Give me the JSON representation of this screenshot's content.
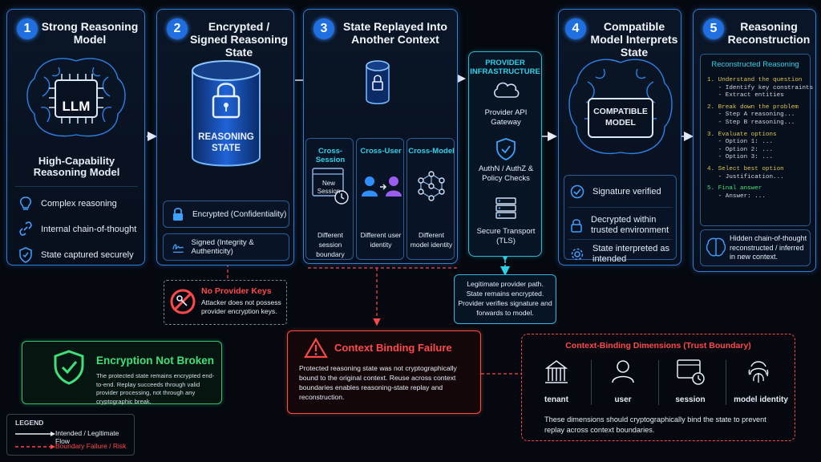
{
  "panel1": {
    "number": "1",
    "title": "Strong Reasoning Model",
    "chip_label": "LLM",
    "subtitle": "High-Capability Reasoning Model",
    "items": [
      "Complex reasoning",
      "Internal chain-of-thought",
      "State captured securely"
    ]
  },
  "panel2": {
    "number": "2",
    "title": "Encrypted / Signed Reasoning State",
    "cylinder_label": "REASONING STATE",
    "encrypted_label": "Encrypted (Confidentiality)",
    "signed_label": "Signed (Integrity & Authenticity)"
  },
  "no_keys": {
    "title": "No Provider Keys",
    "text": "Attacker does not possess provider encryption keys."
  },
  "panel3": {
    "number": "3",
    "title": "State Replayed Into Another Context",
    "cols": [
      {
        "title": "Cross-Session",
        "icon_text": "New Session",
        "desc": "Different session boundary"
      },
      {
        "title": "Cross-User",
        "desc": "Different user identity"
      },
      {
        "title": "Cross-Model",
        "desc": "Different model identity"
      }
    ]
  },
  "provider": {
    "title": "PROVIDER INFRASTRUCTURE",
    "gateway": "Provider API Gateway",
    "auth": "AuthN / AuthZ & Policy Checks",
    "transport": "Secure Transport (TLS)"
  },
  "legit_note": "Legitimate provider path. State remains encrypted. Provider verifies signature and forwards to model.",
  "panel4": {
    "number": "4",
    "title": "Compatible Model Interprets State",
    "chip_label": "COMPATIBLE MODEL",
    "items": [
      "Signature verified",
      "Decrypted within trusted environment",
      "State interpreted as intended"
    ]
  },
  "panel5": {
    "number": "5",
    "title": "Reasoning Reconstruction",
    "box_title": "Reconstructed Reasoning",
    "lines": [
      {
        "t": "1. Understand the question",
        "c": "yel"
      },
      {
        "t": "   - Identify key constraints",
        "c": ""
      },
      {
        "t": "   - Extract entities",
        "c": ""
      },
      {
        "t": "2. Break down the problem",
        "c": "yel"
      },
      {
        "t": "   - Step A reasoning...",
        "c": ""
      },
      {
        "t": "   - Step B reasoning...",
        "c": ""
      },
      {
        "t": "3. Evaluate options",
        "c": "yel"
      },
      {
        "t": "   - Option 1: ...",
        "c": ""
      },
      {
        "t": "   - Option 2: ...",
        "c": ""
      },
      {
        "t": "   - Option 3: ...",
        "c": ""
      },
      {
        "t": "4. Select best option",
        "c": "yel"
      },
      {
        "t": "   - Justification...",
        "c": ""
      },
      {
        "t": "5. Final answer",
        "c": "green"
      },
      {
        "t": "   - Answer: ...",
        "c": ""
      }
    ],
    "footer": "Hidden chain-of-thought reconstructed / inferred in new context."
  },
  "encryption": {
    "title": "Encryption Not Broken",
    "text": "The protected state remains encrypted end-to-end. Replay succeeds through valid provider processing, not through any cryptographic break."
  },
  "failure": {
    "title": "Context Binding Failure",
    "text": "Protected reasoning state was not cryptographically bound to the original context. Reuse across context boundaries enables reasoning-state replay and reconstruction."
  },
  "dimensions": {
    "title": "Context-Binding Dimensions (Trust Boundary)",
    "items": [
      "tenant",
      "user",
      "session",
      "model identity"
    ],
    "text": "These dimensions should cryptographically bind the state to prevent replay across context boundaries."
  },
  "legend": {
    "title": "LEGEND",
    "solid": "Intended / Legitimate Flow",
    "dashed": "Boundary Failure / Risk"
  },
  "colors": {
    "accent": "#2f7fd6",
    "red": "#ff4848",
    "green": "#3ee07a",
    "cyan": "#2fd0e8"
  }
}
